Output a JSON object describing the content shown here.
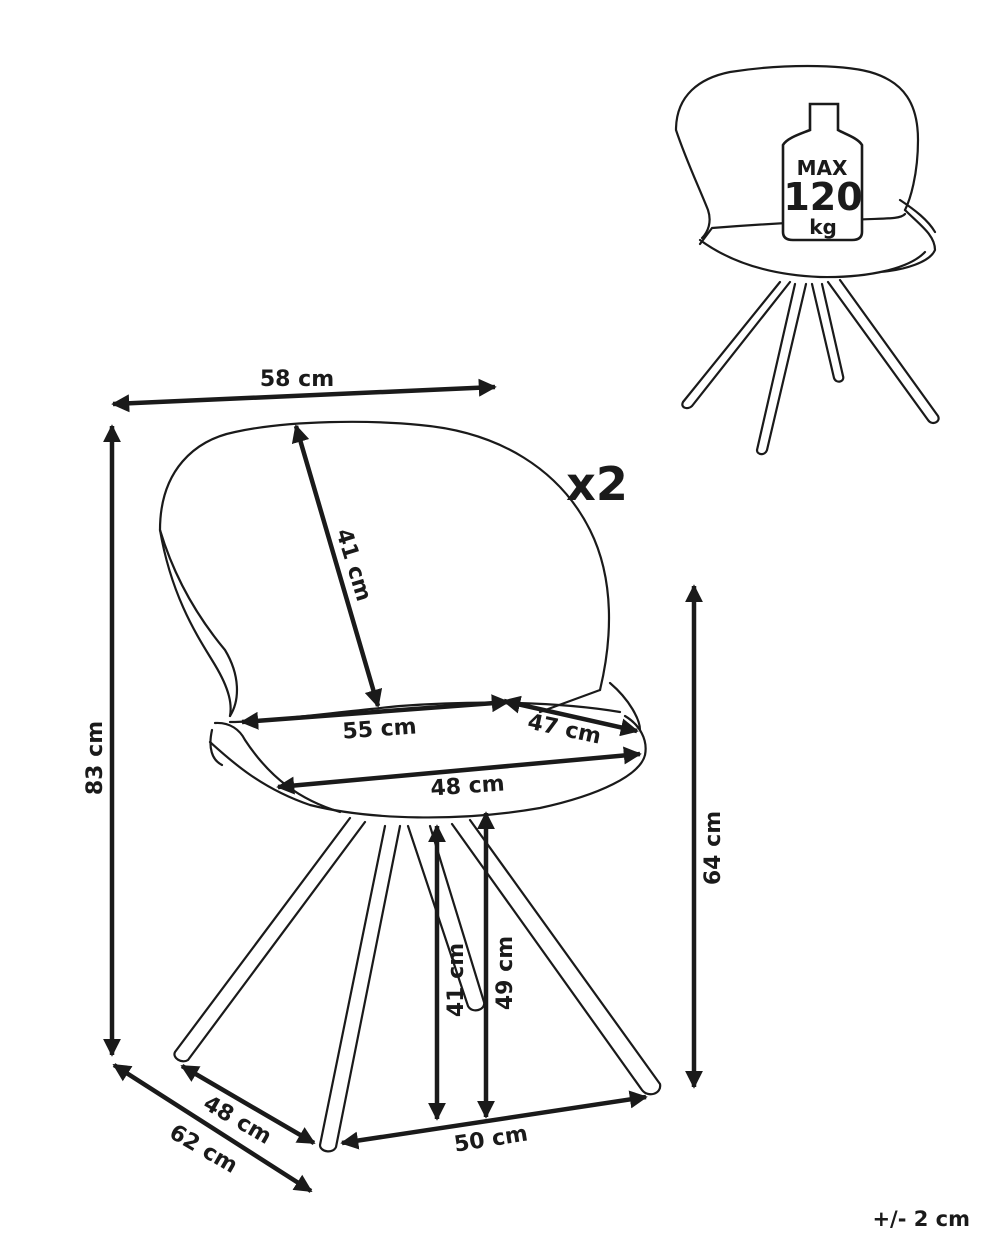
{
  "quantity": "x2",
  "max_load": {
    "line1": "MAX",
    "line2": "120",
    "line3": "kg"
  },
  "dimensions": {
    "overall_width": "58 cm",
    "backrest_height": "41 cm",
    "seat_width": "55 cm",
    "armrest_depth": "47 cm",
    "seat_depth": "48 cm",
    "overall_height": "83 cm",
    "arm_height": "64 cm",
    "seat_height": "41 cm",
    "seat_height_upper": "49 cm",
    "base_depth": "48 cm",
    "overall_depth": "62 cm",
    "base_width": "50 cm"
  },
  "tolerance": "+/- 2 cm"
}
